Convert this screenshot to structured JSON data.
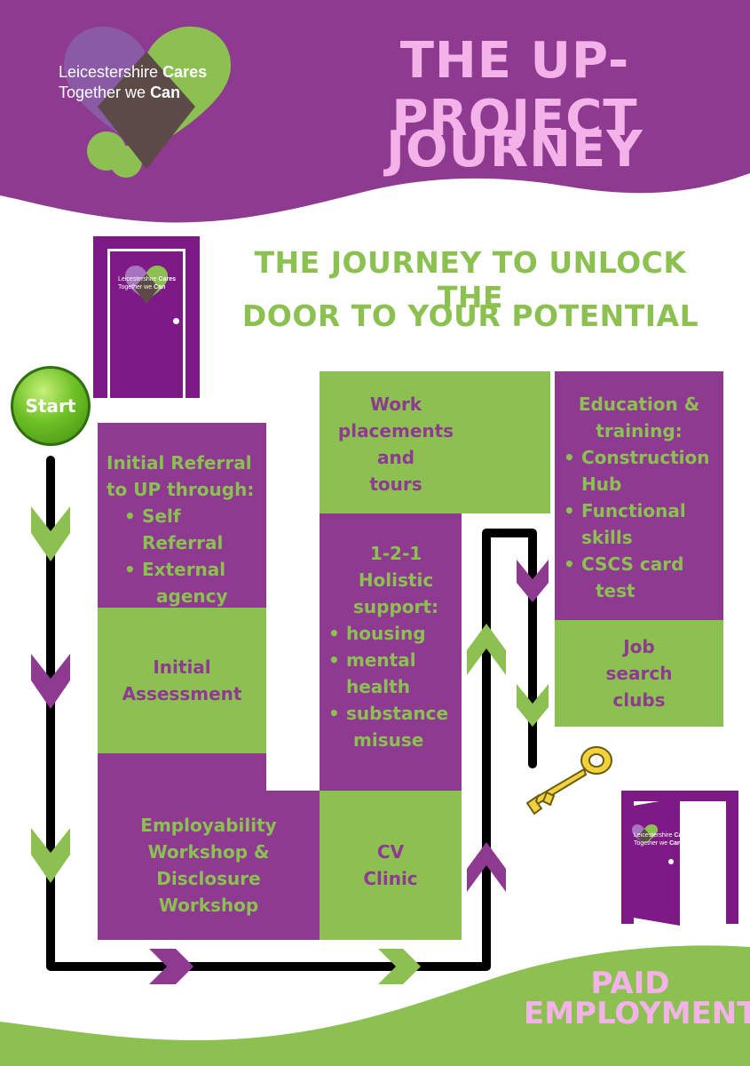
{
  "header": {
    "logo_line1_a": "Leicestershire ",
    "logo_line1_b": "Cares",
    "logo_line2_a": "Together we ",
    "logo_line2_b": "Can",
    "title_line1": "THE UP-PROJECT",
    "title_line2": "JOURNEY"
  },
  "subtitle": {
    "line1": "THE JOURNEY TO UNLOCK THE",
    "line2": "DOOR TO YOUR POTENTIAL"
  },
  "start_button": {
    "label": "Start"
  },
  "door_logo": {
    "line1_a": "Leicestershire ",
    "line1_b": "Cares",
    "line2_a": "Together we ",
    "line2_b": "Can"
  },
  "steps": {
    "referral": {
      "title_line1": "Initial Referral",
      "title_line2": "to UP through:",
      "items": [
        "Self Referral",
        "External",
        "agency"
      ]
    },
    "assessment": {
      "line1": "Initial",
      "line2": "Assessment"
    },
    "employability": {
      "line1": "Employability",
      "line2": "Workshop &",
      "line3": "Disclosure",
      "line4": "Workshop"
    },
    "cv": {
      "line1": "CV",
      "line2": "Clinic"
    },
    "holistic": {
      "line1": "1-2-1",
      "line2": "Holistic",
      "line3": "support:",
      "items": [
        "housing",
        "mental",
        "health",
        "substance",
        "misuse"
      ]
    },
    "work": {
      "line1": "Work",
      "line2": "placements",
      "line3": "and",
      "line4": "tours"
    },
    "education": {
      "line1": "Education &",
      "line2": "training:",
      "items": [
        "Construction",
        "Hub",
        "Functional",
        "skills",
        "CSCS card",
        "test"
      ]
    },
    "jobsearch": {
      "line1": "Job",
      "line2": "search",
      "line3": "clubs"
    }
  },
  "footer": {
    "line1": "PAID",
    "line2": "EMPLOYMENT"
  },
  "colors": {
    "purple": "#8e3a91",
    "dark_purple": "#7e1a86",
    "green": "#8cc152",
    "pink": "#f4b3e8",
    "key_gold": "#f2d23c",
    "path_black": "#000000"
  }
}
